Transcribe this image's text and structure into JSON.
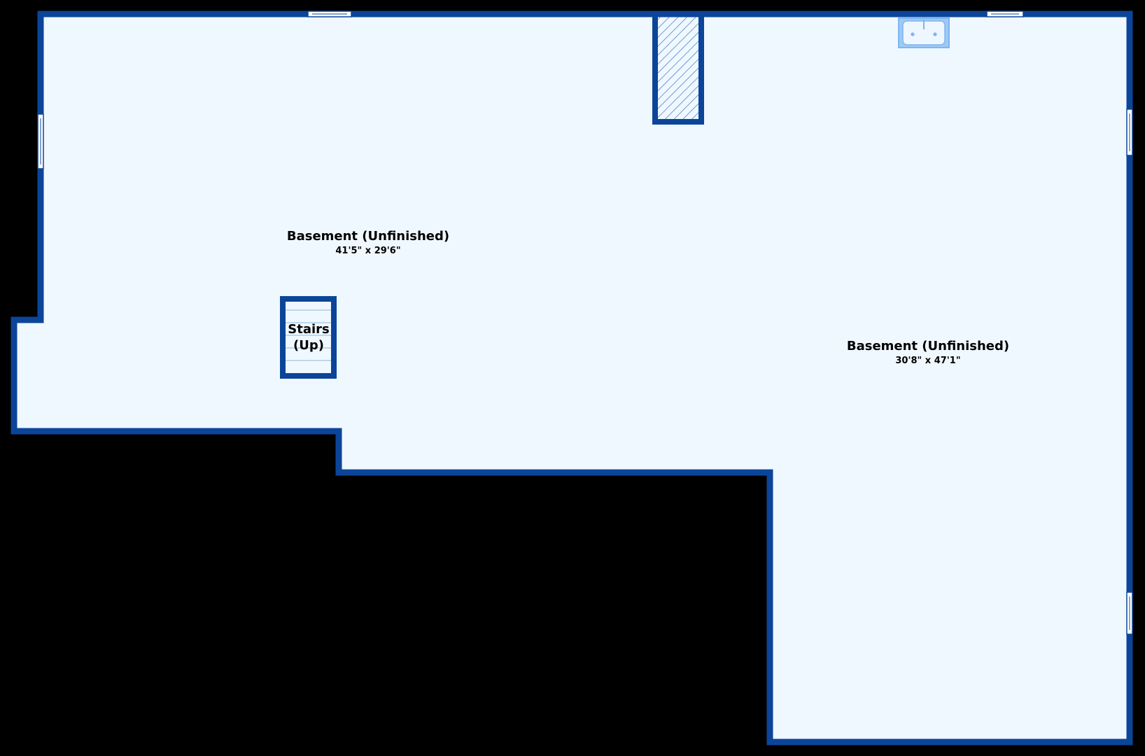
{
  "colors": {
    "background": "#000000",
    "floor": "#f0f8ff",
    "wall": "#0b4599",
    "fixture": "#9ec9f5",
    "fixture_border": "#7fb6ee",
    "window": "#ffffff",
    "text": "#000000"
  },
  "rooms": [
    {
      "name": "Basement (Unfinished)",
      "dimensions": "41'5\" x 29'6\""
    },
    {
      "name": "Basement (Unfinished)",
      "dimensions": "30'8\" x 47'1\""
    }
  ],
  "stairs": {
    "line1": "Stairs",
    "line2": "(Up)"
  },
  "icons": {
    "chimney": "hatched-chimney-icon",
    "sink": "utility-sink-icon",
    "window": "window-icon"
  }
}
